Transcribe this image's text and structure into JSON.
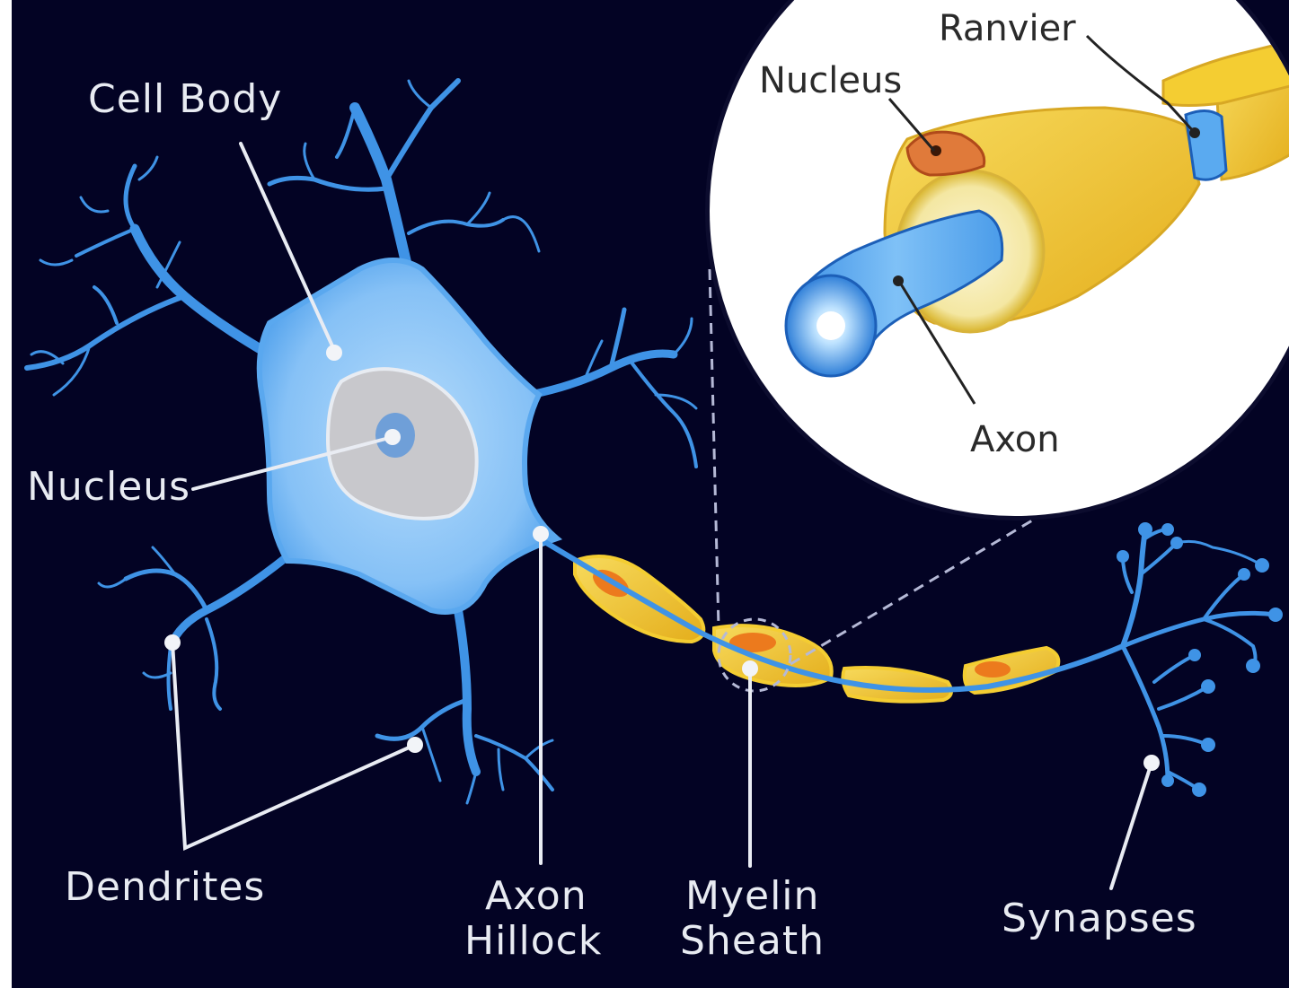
{
  "diagram": {
    "labels": {
      "cell_body": "Cell Body",
      "nucleus": "Nucleus",
      "dendrites": "Dendrites",
      "axon_hillock_line1": "Axon",
      "axon_hillock_line2": "Hillock",
      "myelin_line1": "Myelin",
      "myelin_line2": "Sheath",
      "synapses": "Synapses"
    },
    "inset": {
      "ranvier": "Ranvier",
      "nucleus": "Nucleus",
      "axon": "Axon"
    }
  },
  "colors": {
    "background": "#030324",
    "dendrite": "#3f93e6",
    "cell_body": "#8ec6f7",
    "nucleus_fill": "#c8c8cc",
    "myelin": "#f4cd32",
    "myelin_node": "#ec7a1d",
    "inset_bg": "#ffffff"
  }
}
